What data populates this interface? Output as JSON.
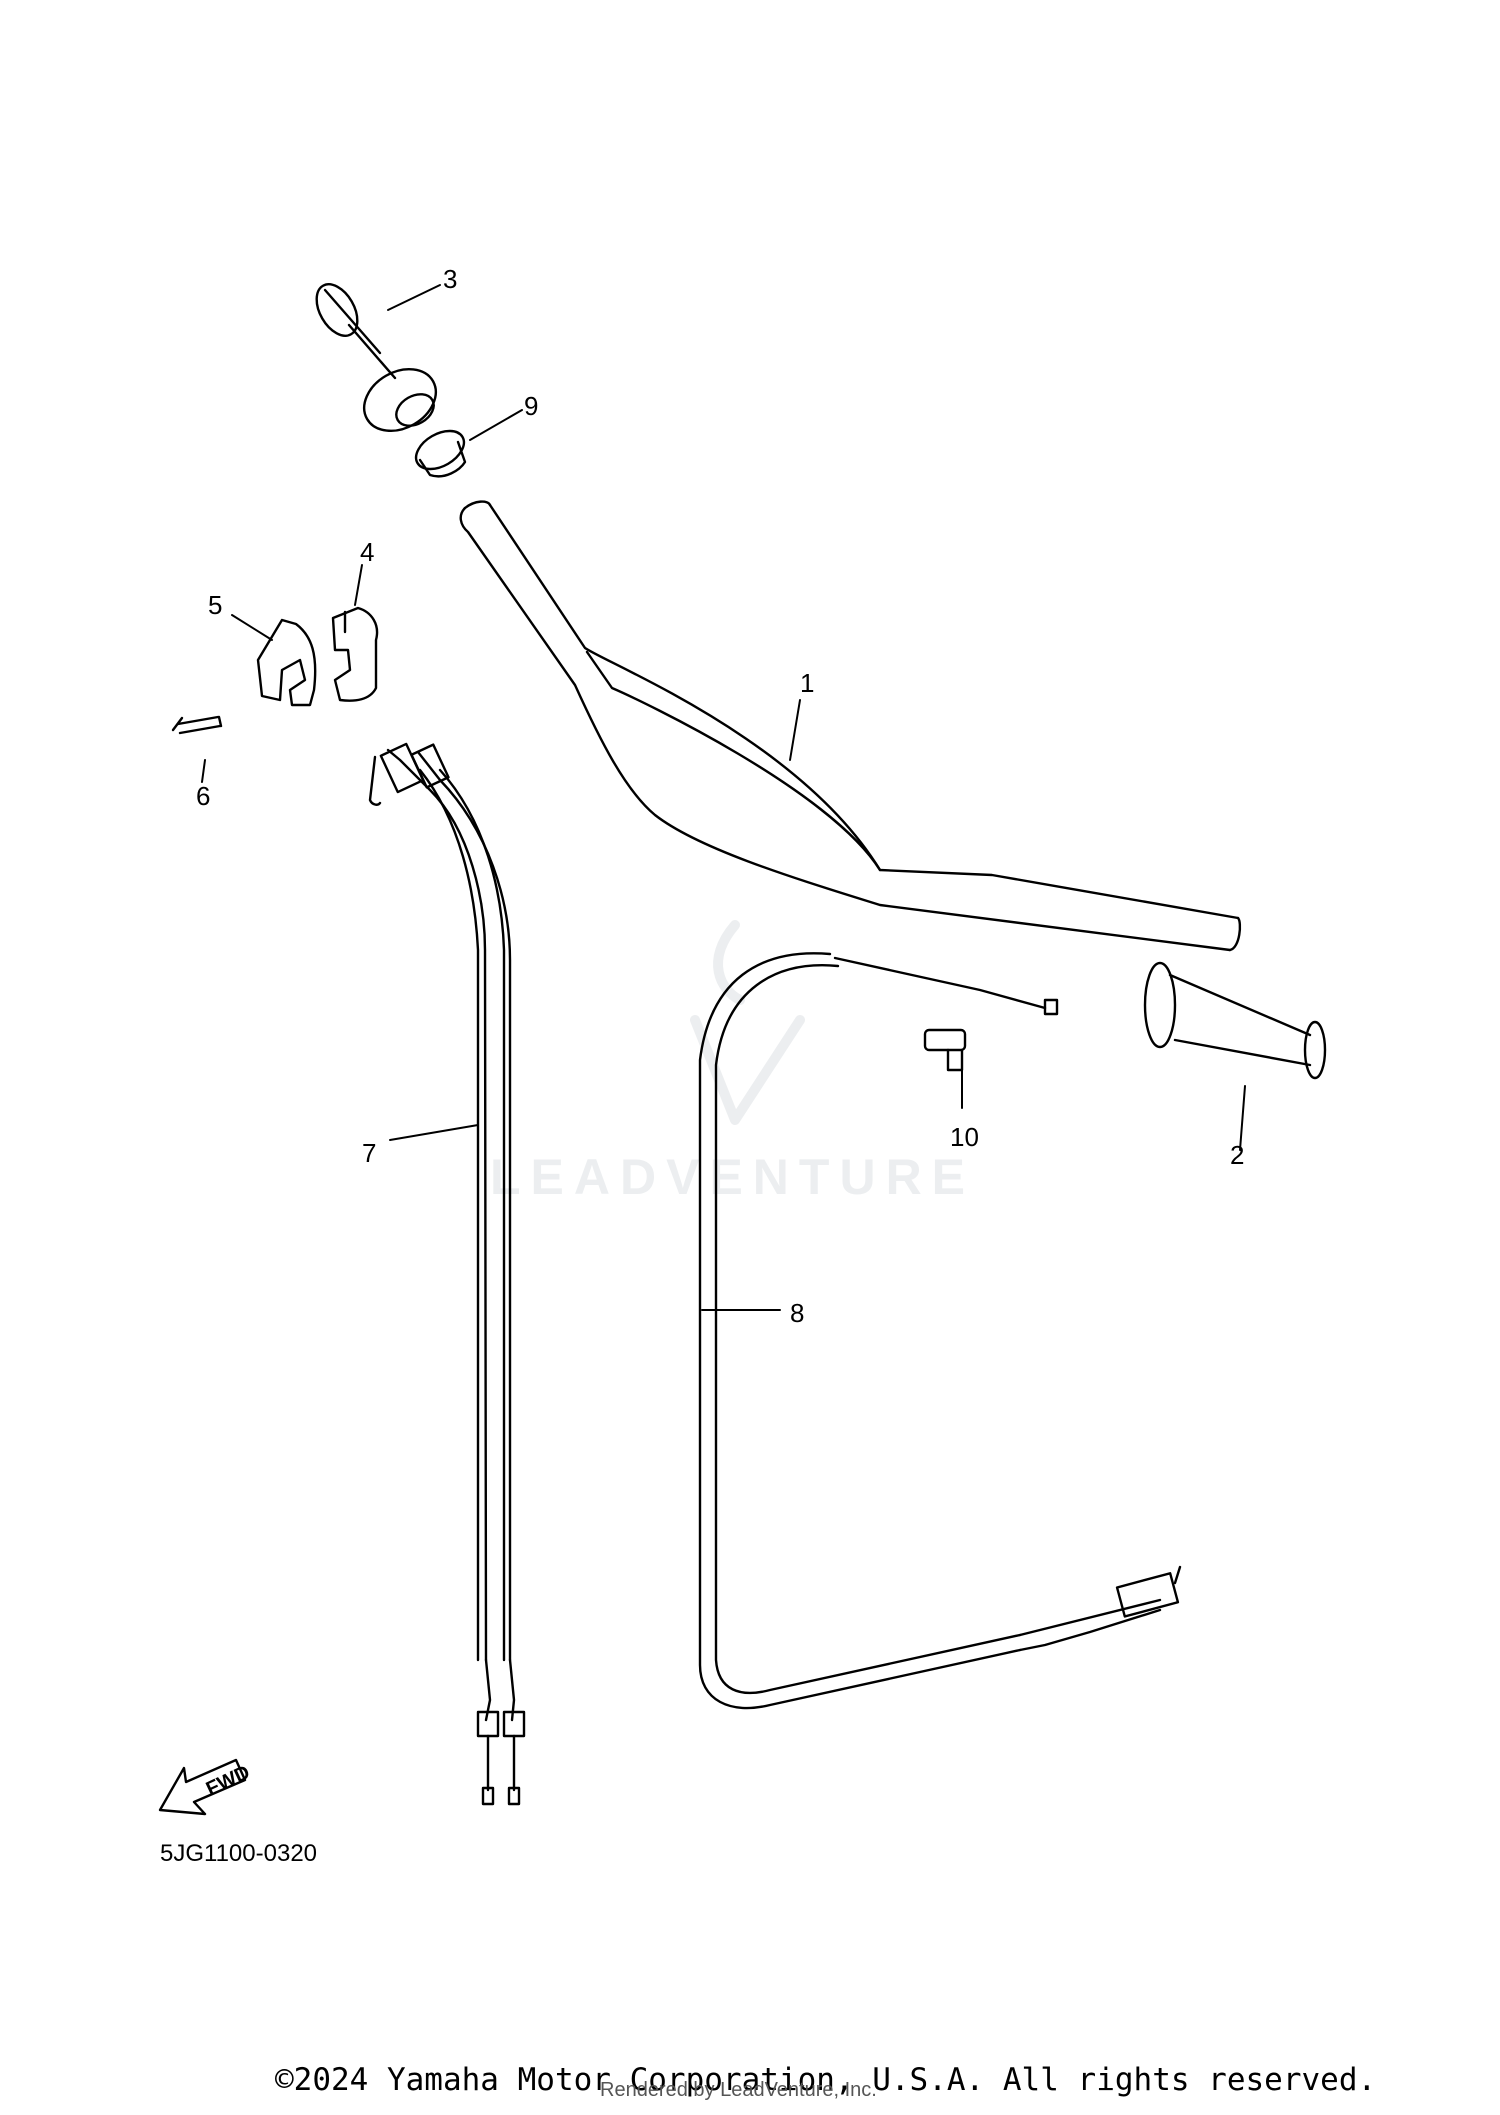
{
  "diagram": {
    "code": "5JG1100-0320",
    "fwd_label": "FWD",
    "callouts": [
      "1",
      "2",
      "3",
      "4",
      "5",
      "6",
      "7",
      "8",
      "9",
      "10"
    ]
  },
  "watermark": "LEADVENTURE",
  "footer": {
    "copyright": "©2024 Yamaha Motor Corporation, U.S.A. All rights reserved.",
    "rendered_by": "Rendered by LeadVenture, Inc."
  },
  "colors": {
    "line": "#000000",
    "watermark": "#eceef0"
  }
}
